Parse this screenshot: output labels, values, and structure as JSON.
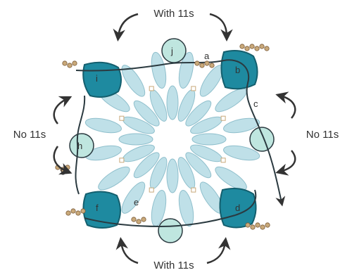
{
  "labels": {
    "top": "With 11s",
    "bottom": "With 11s",
    "left": "No 11s",
    "right": "No 11s"
  },
  "points": {
    "a": "a",
    "b": "b",
    "c": "c",
    "d": "d",
    "e": "e",
    "f": "f",
    "g": "g",
    "h": "h",
    "i": "i",
    "j": "j"
  },
  "colors": {
    "petal_fill": "#bfe0e8",
    "petal_stroke": "#8fbfcc",
    "bead_dark": "#1e8aa0",
    "bead_light": "#bfe6df",
    "thread": "#2b3a40",
    "seed_bead": "#c9a97a",
    "arrow": "#333333"
  }
}
